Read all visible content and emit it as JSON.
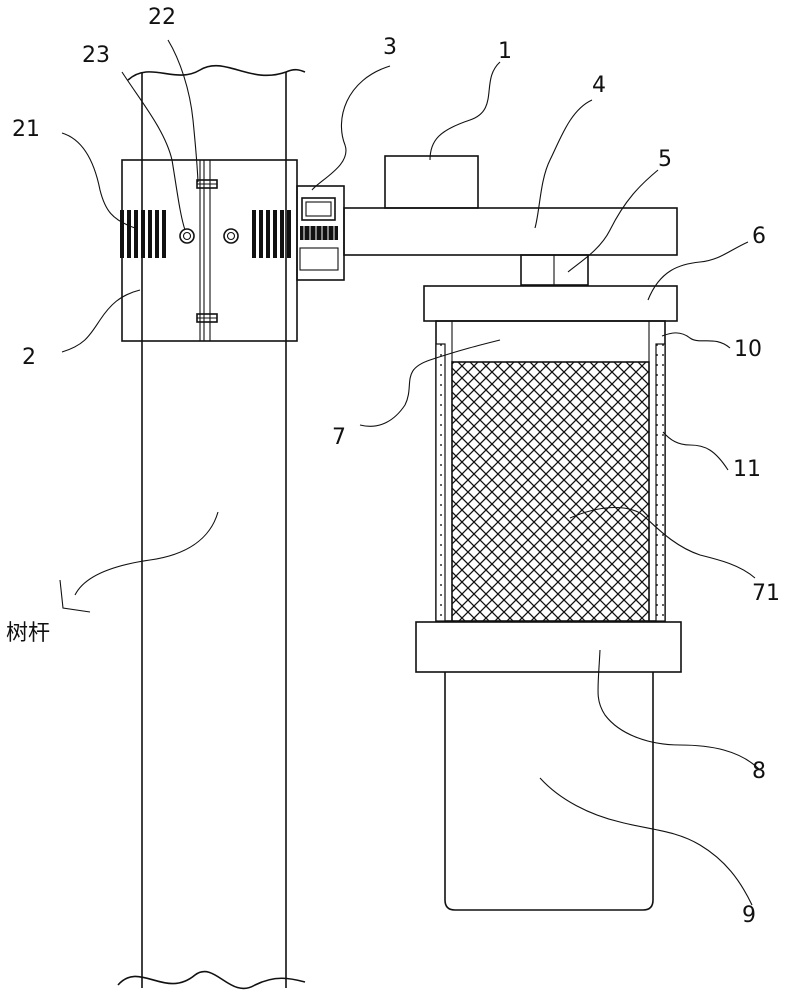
{
  "labels": {
    "l1": "1",
    "l2": "2",
    "l3": "3",
    "l4": "4",
    "l5": "5",
    "l6": "6",
    "l7": "7",
    "l8": "8",
    "l9": "9",
    "l10": "10",
    "l11": "11",
    "l21": "21",
    "l22": "22",
    "l23": "23",
    "l71": "71",
    "trunk": "树杆"
  }
}
